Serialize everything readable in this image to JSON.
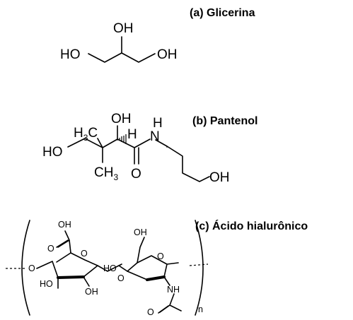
{
  "captions": {
    "a": "(a) Glicerina",
    "b": "(b) Pantenol",
    "c": "(c) Ácido hialurônico"
  },
  "glycerin": {
    "ho_left": "HO",
    "oh_top": "OH",
    "oh_right": "OH"
  },
  "panthenol": {
    "oh_top": "OH",
    "ho_left": "HO",
    "h3c": "H",
    "h3c_sub": "3",
    "h3c_c": "C",
    "ch3": "CH",
    "ch3_sub": "3",
    "h": "H",
    "n": "N",
    "nh": "H",
    "o": "O",
    "oh_right": "OH"
  },
  "hyaluronic": {
    "oh_acid": "OH",
    "o_acid": "O",
    "o_ring1": "O",
    "o_link_left": "O",
    "ho_ring1": "HO",
    "oh_ring1": "OH",
    "o_glyco": "O",
    "oh_ch2": "OH",
    "o_ring2": "O",
    "ho_ring2": "HO",
    "nh": "NH",
    "o_acetyl": "O",
    "n_repeat": "n"
  }
}
